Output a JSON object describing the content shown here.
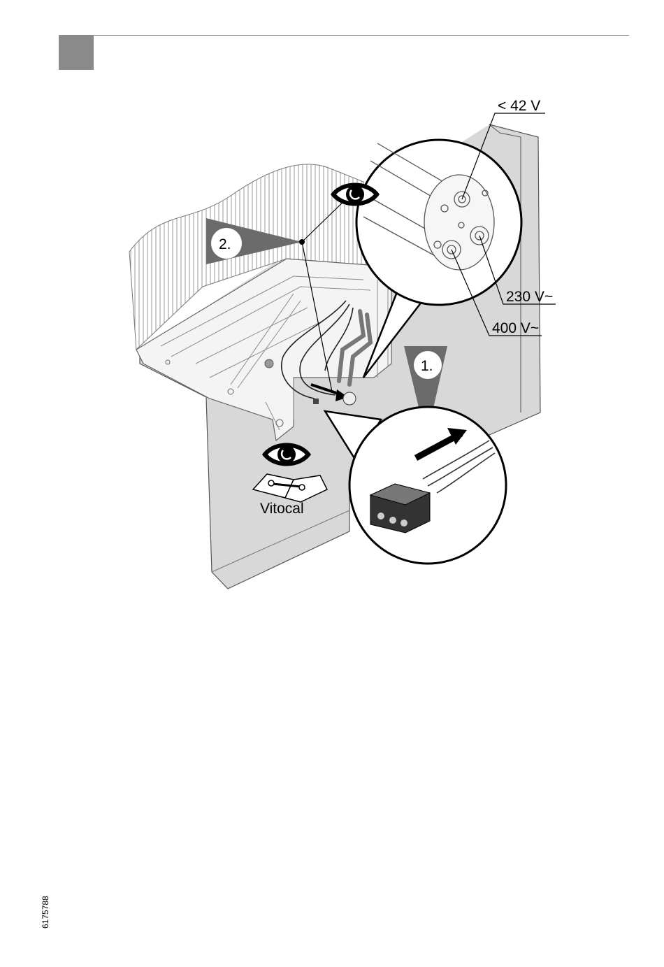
{
  "labels": {
    "low_voltage": "< 42 V",
    "v230": "230 V~",
    "v400": "400 V~",
    "step_1": "1.",
    "step_2": "2.",
    "manual_label": "Vitocal"
  },
  "icons": [
    "eye-icon",
    "manual-wrench-icon"
  ],
  "document_number": "6175788"
}
